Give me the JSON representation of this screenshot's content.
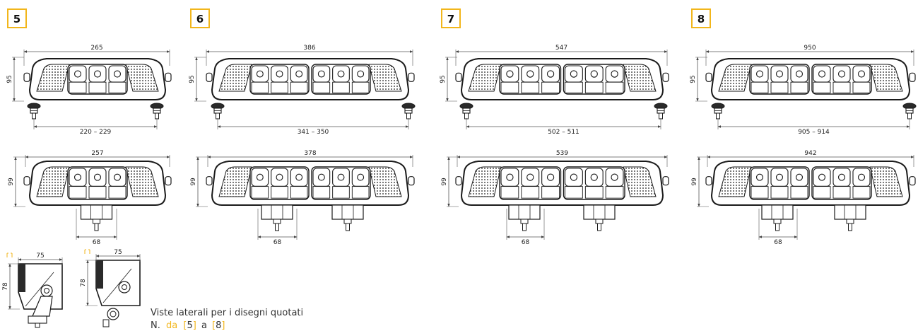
{
  "colors": {
    "accent": "#f2b61b",
    "line": "#1a1a1a",
    "dim_line": "#555555"
  },
  "variants": [
    {
      "badge": "5",
      "front": {
        "width": "265",
        "height": "95",
        "mount": "220 – 229",
        "modules": 1
      },
      "back": {
        "width": "257",
        "height": "99",
        "bracket": "68",
        "brackets": 1
      }
    },
    {
      "badge": "6",
      "front": {
        "width": "386",
        "height": "95",
        "mount": "341 – 350",
        "modules": 2
      },
      "back": {
        "width": "378",
        "height": "99",
        "bracket": "68",
        "brackets": 2
      }
    },
    {
      "badge": "7",
      "front": {
        "width": "547",
        "height": "95",
        "mount": "502 – 511",
        "modules": 2
      },
      "back": {
        "width": "539",
        "height": "99",
        "bracket": "68",
        "brackets": 2
      }
    },
    {
      "badge": "8",
      "front": {
        "width": "950",
        "height": "95",
        "mount": "905 – 914",
        "modules": 2
      },
      "back": {
        "width": "942",
        "height": "99",
        "bracket": "68",
        "brackets": 2
      }
    }
  ],
  "side_views": [
    {
      "width": "75",
      "height": "78"
    },
    {
      "width": "75",
      "height": "78"
    }
  ],
  "caption": {
    "line1": "Viste laterali per i disegni quotati",
    "line2_prefix": "N.",
    "line2_da": "da",
    "line2_from": "5",
    "line2_a": "a",
    "line2_to": "8"
  }
}
